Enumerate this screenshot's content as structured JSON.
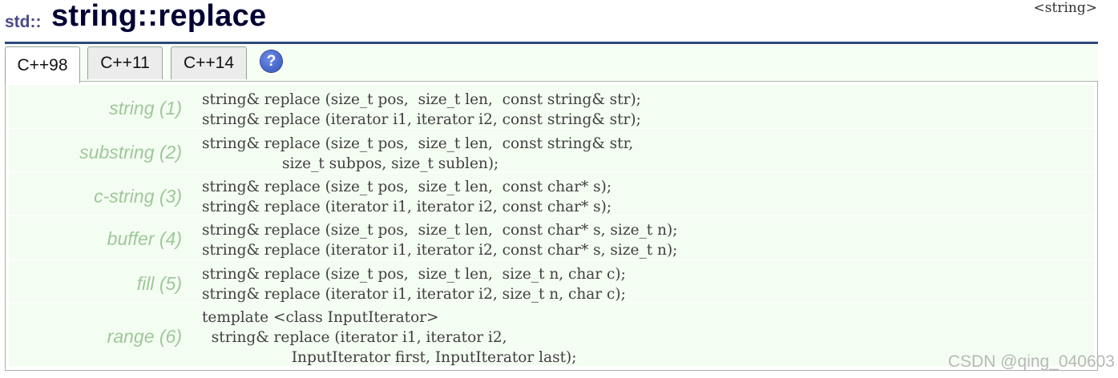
{
  "header": {
    "namespace": "std::",
    "title": "string::replace",
    "header_tag": "<string>"
  },
  "tabs": [
    {
      "label": "C++98",
      "active": true
    },
    {
      "label": "C++11",
      "active": false
    },
    {
      "label": "C++14",
      "active": false
    }
  ],
  "help_icon": {
    "icon": "question-mark-icon",
    "glyph": "?"
  },
  "overloads": [
    {
      "label": "string (1)",
      "code": "string& replace (size_t pos,  size_t len,  const string& str);\nstring& replace (iterator i1, iterator i2, const string& str);"
    },
    {
      "label": "substring (2)",
      "code": "string& replace (size_t pos,  size_t len,  const string& str,\n                 size_t subpos, size_t sublen);"
    },
    {
      "label": "c-string (3)",
      "code": "string& replace (size_t pos,  size_t len,  const char* s);\nstring& replace (iterator i1, iterator i2, const char* s);"
    },
    {
      "label": "buffer (4)",
      "code": "string& replace (size_t pos,  size_t len,  const char* s, size_t n);\nstring& replace (iterator i1, iterator i2, const char* s, size_t n);"
    },
    {
      "label": "fill (5)",
      "code": "string& replace (size_t pos,  size_t len,  size_t n, char c);\nstring& replace (iterator i1, iterator i2, size_t n, char c);"
    },
    {
      "label": "range (6)",
      "code": "template <class InputIterator>\n  string& replace (iterator i1, iterator i2,\n                   InputIterator first, InputIterator last);"
    }
  ],
  "watermark": "CSDN @qing_040603",
  "colors": {
    "title": "#000033",
    "namespace": "#4a4a8a",
    "rule": "#2c4a7a",
    "row_background": "#f4fdf2",
    "label": "#9ec89a",
    "code": "#404040"
  }
}
